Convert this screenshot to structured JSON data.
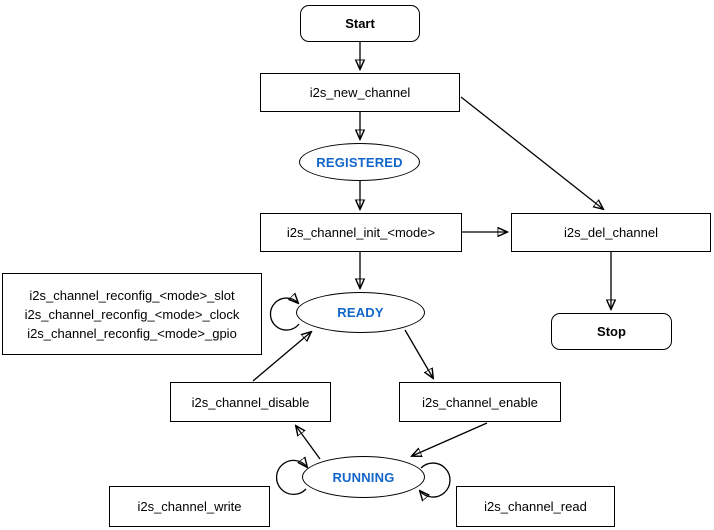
{
  "diagram": {
    "type": "flowchart",
    "colors": {
      "stroke": "#000000",
      "node_fill": "#ffffff",
      "state_text": "#1266cc",
      "label_text": "#000000",
      "background": "#ffffff"
    },
    "nodes": {
      "start": {
        "label": "Start",
        "shape": "rounded-rect"
      },
      "new_channel": {
        "label": "i2s_new_channel",
        "shape": "rect"
      },
      "registered": {
        "label": "REGISTERED",
        "shape": "ellipse"
      },
      "init": {
        "label": "i2s_channel_init_<mode>",
        "shape": "rect"
      },
      "del": {
        "label": "i2s_del_channel",
        "shape": "rect"
      },
      "stop": {
        "label": "Stop",
        "shape": "rounded-rect"
      },
      "reconfig": {
        "lines": [
          "i2s_channel_reconfig_<mode>_slot",
          "i2s_channel_reconfig_<mode>_clock",
          "i2s_channel_reconfig_<mode>_gpio"
        ],
        "shape": "rect"
      },
      "ready": {
        "label": "READY",
        "shape": "ellipse"
      },
      "disable": {
        "label": "i2s_channel_disable",
        "shape": "rect"
      },
      "enable": {
        "label": "i2s_channel_enable",
        "shape": "rect"
      },
      "running": {
        "label": "RUNNING",
        "shape": "ellipse"
      },
      "write": {
        "label": "i2s_channel_write",
        "shape": "rect"
      },
      "read": {
        "label": "i2s_channel_read",
        "shape": "rect"
      }
    },
    "edges": [
      {
        "from": "start",
        "to": "new_channel"
      },
      {
        "from": "new_channel",
        "to": "registered"
      },
      {
        "from": "new_channel",
        "to": "del"
      },
      {
        "from": "registered",
        "to": "init"
      },
      {
        "from": "init",
        "to": "del"
      },
      {
        "from": "init",
        "to": "ready"
      },
      {
        "from": "del",
        "to": "stop"
      },
      {
        "from": "ready",
        "to": "ready",
        "note": "self-loop (reconfig)"
      },
      {
        "from": "ready",
        "to": "enable"
      },
      {
        "from": "disable",
        "to": "ready"
      },
      {
        "from": "enable",
        "to": "running"
      },
      {
        "from": "running",
        "to": "disable"
      },
      {
        "from": "running",
        "to": "running",
        "note": "self-loop left (write)"
      },
      {
        "from": "running",
        "to": "running",
        "note": "self-loop right (read)"
      }
    ]
  }
}
